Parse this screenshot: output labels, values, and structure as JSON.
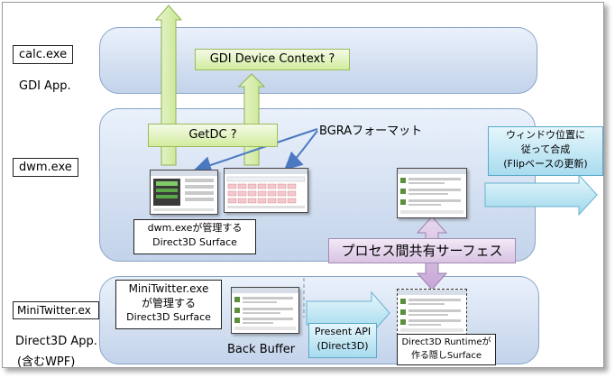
{
  "labels": {
    "calc_exe": "calc.exe",
    "gdi_app": "GDI App.",
    "dwm_exe": "dwm.exe",
    "minitwitter_exe": "MiniTwitter.ex",
    "direct3d_app_line1": "Direct3D App.",
    "direct3d_app_line2": "(含むWPF)"
  },
  "diagram": {
    "gdi_device_context": "GDI Device Context ?",
    "getdc": "GetDC ?",
    "bgra_format": "BGRAフォーマット",
    "window_compose_line1": "ウィンドウ位置に",
    "window_compose_line2": "従って合成",
    "window_compose_line3": "(Flipベースの更新)",
    "dwm_surface_line1": "dwm.exeが管理する",
    "dwm_surface_line2": "Direct3D Surface",
    "shared_surface": "プロセス間共有サーフェス",
    "mt_surface_line1": "MiniTwitter.exe",
    "mt_surface_line2": "が管理する",
    "mt_surface_line3": "Direct3D Surface",
    "present_api_line1": "Present API",
    "present_api_line2": "(Direct3D)",
    "back_buffer": "Back Buffer",
    "hidden_surface_line1": "Direct3D Runtimeが",
    "hidden_surface_line2": "作る隠しSurface"
  },
  "colors": {
    "layer_border": "#8aa4c8",
    "green_fill": "#d2ec9e",
    "cyan_fill": "#a8dcef",
    "pink_fill": "#d9c3e3",
    "arrow_blue": "#4a78c2"
  }
}
